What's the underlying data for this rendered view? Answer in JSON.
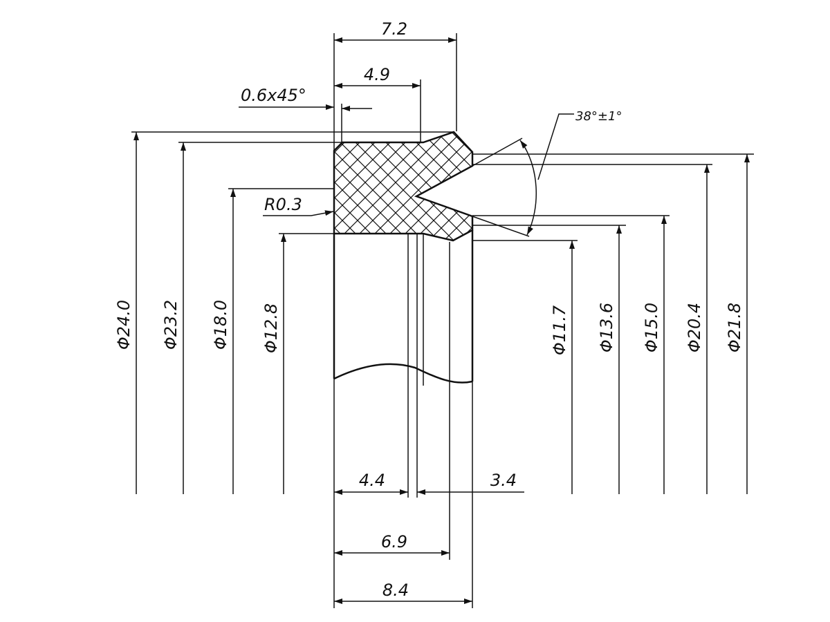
{
  "drawing": {
    "colors": {
      "line": "#111111",
      "background": "#ffffff"
    },
    "top_dims": {
      "width_7_2": "7.2",
      "width_4_9": "4.9",
      "chamfer": "0.6x45°"
    },
    "angle_label": "38°±1°",
    "radius_label": "R0.3",
    "left_diameters": [
      "Φ24.0",
      "Φ23.2",
      "Φ18.0",
      "Φ12.8"
    ],
    "right_diameters": [
      "Φ11.7",
      "Φ13.6",
      "Φ15.0",
      "Φ20.4",
      "Φ21.8"
    ],
    "bottom_dims": {
      "d_4_4": "4.4",
      "d_3_4": "3.4",
      "d_6_9": "6.9",
      "d_8_4": "8.4"
    }
  }
}
